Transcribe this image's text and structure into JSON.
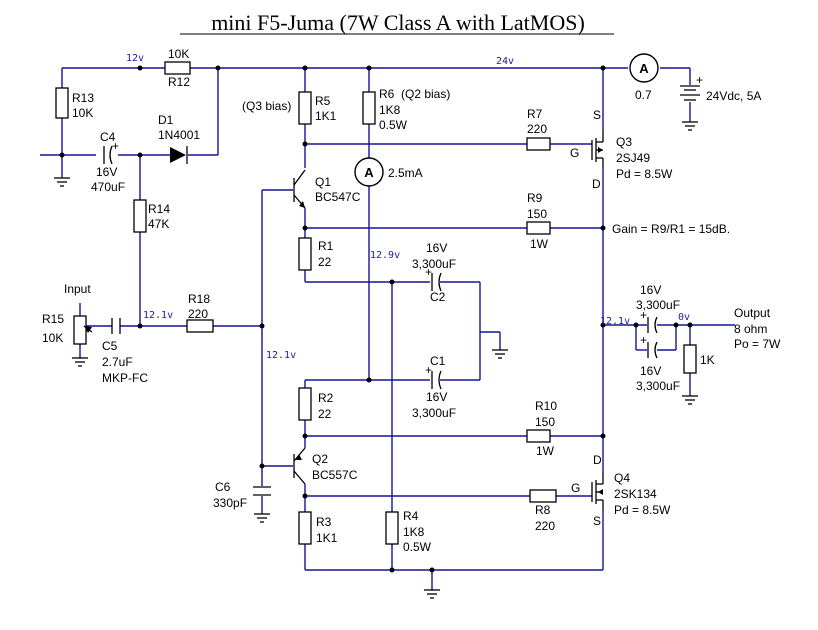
{
  "title": "mini F5-Juma (7W Class A with LatMOS)",
  "voltages": {
    "top_left": "12v",
    "rail": "24v",
    "q1_drain": "12.9v",
    "input_node": "12.1v",
    "bias_node": "12.1v",
    "output_left": "12.1v",
    "output_right": "0v"
  },
  "supply": {
    "label": "24Vdc, 5A",
    "meter_reading": "0.7"
  },
  "meters": {
    "symbol": "A",
    "q2_bias_current": "2.5mA"
  },
  "gain_note": "Gain = R9/R1 = 15dB.",
  "components": {
    "r13": {
      "ref": "R13",
      "value": "10K"
    },
    "r12": {
      "ref": "R12",
      "value": "10K"
    },
    "d1": {
      "ref": "D1",
      "value": "1N4001"
    },
    "c4": {
      "ref": "C4",
      "voltage": "16V",
      "value": "470uF"
    },
    "r14": {
      "ref": "R14",
      "value": "47K"
    },
    "r5": {
      "ref": "R5",
      "value": "1K1",
      "note": "(Q3 bias)"
    },
    "r6": {
      "ref": "R6",
      "value": "1K8",
      "power": "0.5W",
      "note": "(Q2 bias)"
    },
    "r7": {
      "ref": "R7",
      "value": "220"
    },
    "q3": {
      "ref": "Q3",
      "part": "2SJ49",
      "pd": "Pd = 8.5W"
    },
    "q1": {
      "ref": "Q1",
      "part": "BC547C"
    },
    "r9": {
      "ref": "R9",
      "value": "150",
      "power": "1W"
    },
    "r1": {
      "ref": "R1",
      "value": "22"
    },
    "c2": {
      "ref": "C2",
      "voltage": "16V",
      "value": "3,300uF"
    },
    "c1": {
      "ref": "C1",
      "voltage": "16V",
      "value": "3,300uF"
    },
    "input": {
      "label": "Input"
    },
    "r15": {
      "ref": "R15",
      "value": "10K"
    },
    "c5": {
      "ref": "C5",
      "value": "2.7uF",
      "type": "MKP-FC"
    },
    "r18": {
      "ref": "R18",
      "value": "220"
    },
    "r2": {
      "ref": "R2",
      "value": "22"
    },
    "r10": {
      "ref": "R10",
      "value": "150",
      "power": "1W"
    },
    "c6": {
      "ref": "C6",
      "value": "330pF"
    },
    "q2": {
      "ref": "Q2",
      "part": "BC557C"
    },
    "q4": {
      "ref": "Q4",
      "part": "2SK134",
      "pd": "Pd = 8.5W"
    },
    "r8": {
      "ref": "R8",
      "value": "220"
    },
    "r3": {
      "ref": "R3",
      "value": "1K1"
    },
    "r4": {
      "ref": "R4",
      "value": "1K8",
      "power": "0.5W"
    },
    "cout_top": {
      "voltage": "16V",
      "value": "3,300uF"
    },
    "cout_bot": {
      "voltage": "16V",
      "value": "3,300uF"
    },
    "r_load": {
      "value": "1K"
    },
    "output": {
      "label": "Output",
      "load": "8 ohm",
      "power": "Po = 7W"
    }
  },
  "pins": {
    "s": "S",
    "g": "G",
    "d": "D"
  },
  "colors": {
    "wire": "#14149a",
    "voltage_text": "#1a1aa0",
    "component": "#000000"
  }
}
